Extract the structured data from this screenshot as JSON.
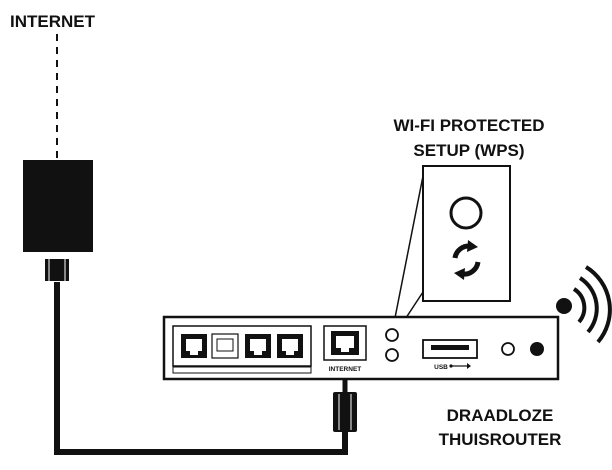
{
  "labels": {
    "internet_top": "INTERNET",
    "wps_line1": "WI-FI PROTECTED",
    "wps_line2": "SETUP (WPS)",
    "router_line1": "DRAADLOZE",
    "router_line2": "THUISROUTER",
    "port_internet": "INTERNET",
    "port_usb": "USB"
  },
  "icons": {
    "modem": "modem-icon",
    "wps_button": "wps-button-icon",
    "wifi_signal": "wifi-signal-icon",
    "usb": "usb-icon"
  },
  "colors": {
    "ink": "#111111",
    "paper": "#ffffff"
  }
}
